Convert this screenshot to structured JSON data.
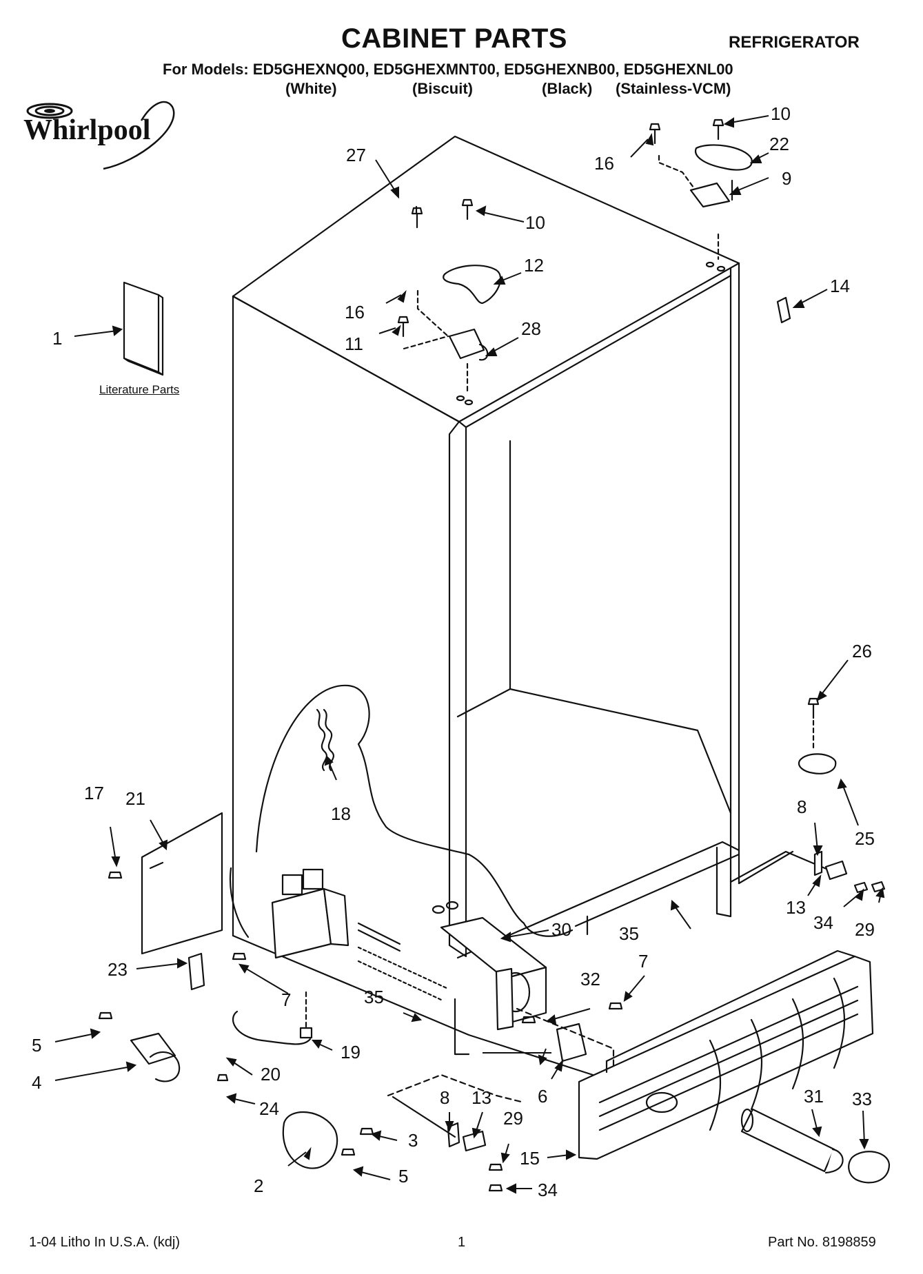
{
  "header": {
    "title": "CABINET PARTS",
    "category": "REFRIGERATOR",
    "models_line": "For Models: ED5GHEXNQ00, ED5GHEXMNT00, ED5GHEXNB00, ED5GHEXNL00",
    "variants": [
      "(White)",
      "(Biscuit)",
      "(Black)",
      "(Stainless-VCM)"
    ]
  },
  "brand": {
    "name": "Whirlpool",
    "logo_icon": "whirlpool-swirl-icon"
  },
  "literature_label": "Literature Parts",
  "footer": {
    "litho": "1-04 Litho In U.S.A. (kdj)",
    "page_number": "1",
    "part_number": "Part No. 8198859"
  },
  "callouts": [
    "1",
    "2",
    "3",
    "4",
    "5",
    "5",
    "6",
    "7",
    "7",
    "8",
    "8",
    "9",
    "10",
    "10",
    "11",
    "12",
    "13",
    "13",
    "14",
    "15",
    "16",
    "16",
    "17",
    "18",
    "19",
    "20",
    "21",
    "22",
    "23",
    "24",
    "25",
    "26",
    "27",
    "28",
    "29",
    "29",
    "30",
    "31",
    "32",
    "33",
    "34",
    "34",
    "35",
    "35"
  ],
  "colors": {
    "ink": "#111111",
    "paper": "#ffffff"
  }
}
